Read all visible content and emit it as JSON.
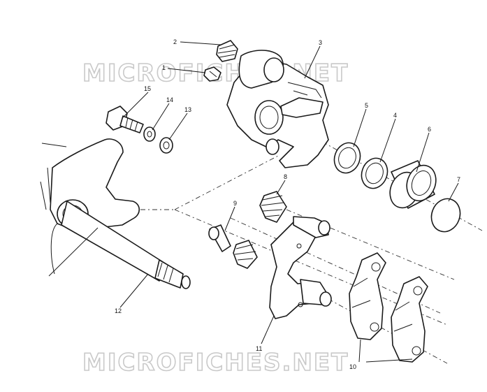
{
  "watermark": {
    "top": "MICROFICHES.NET",
    "bottom": "MICROFICHES.NET"
  },
  "callouts": {
    "c1": "1",
    "c2": "2",
    "c3": "3",
    "c4": "4",
    "c5": "5",
    "c6": "6",
    "c7": "7",
    "c8": "8",
    "c9": "9",
    "c10": "10",
    "c11": "11",
    "c12": "12",
    "c13": "13",
    "c14": "14",
    "c15": "15"
  }
}
